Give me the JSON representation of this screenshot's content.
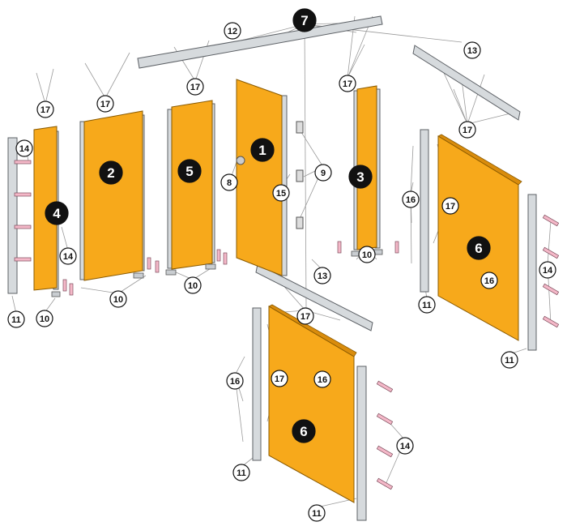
{
  "title": "Toilet cubicle exploded assembly diagram",
  "colors": {
    "panel": "#f7a91b",
    "rail": "#d6dadd",
    "callout_dark": "#111111"
  },
  "callouts": [
    {
      "label": "7",
      "style": "dark"
    },
    {
      "label": "12",
      "style": "light"
    },
    {
      "label": "13",
      "style": "light"
    },
    {
      "label": "17",
      "style": "light"
    },
    {
      "label": "17",
      "style": "light"
    },
    {
      "label": "17",
      "style": "light"
    },
    {
      "label": "17",
      "style": "light"
    },
    {
      "label": "17",
      "style": "light"
    },
    {
      "label": "17",
      "style": "light"
    },
    {
      "label": "17",
      "style": "light"
    },
    {
      "label": "17",
      "style": "light"
    },
    {
      "label": "14",
      "style": "light"
    },
    {
      "label": "14",
      "style": "light"
    },
    {
      "label": "14",
      "style": "light"
    },
    {
      "label": "14",
      "style": "light"
    },
    {
      "label": "4",
      "style": "dark"
    },
    {
      "label": "2",
      "style": "dark"
    },
    {
      "label": "5",
      "style": "dark"
    },
    {
      "label": "1",
      "style": "dark"
    },
    {
      "label": "3",
      "style": "dark"
    },
    {
      "label": "6",
      "style": "dark"
    },
    {
      "label": "6",
      "style": "dark"
    },
    {
      "label": "8",
      "style": "light"
    },
    {
      "label": "15",
      "style": "light"
    },
    {
      "label": "9",
      "style": "light"
    },
    {
      "label": "16",
      "style": "light"
    },
    {
      "label": "16",
      "style": "light"
    },
    {
      "label": "16",
      "style": "light"
    },
    {
      "label": "16",
      "style": "light"
    },
    {
      "label": "10",
      "style": "light"
    },
    {
      "label": "10",
      "style": "light"
    },
    {
      "label": "10",
      "style": "light"
    },
    {
      "label": "10",
      "style": "light"
    },
    {
      "label": "11",
      "style": "light"
    },
    {
      "label": "11",
      "style": "light"
    },
    {
      "label": "11",
      "style": "light"
    },
    {
      "label": "11",
      "style": "light"
    },
    {
      "label": "11",
      "style": "light"
    },
    {
      "label": "13",
      "style": "light"
    }
  ]
}
